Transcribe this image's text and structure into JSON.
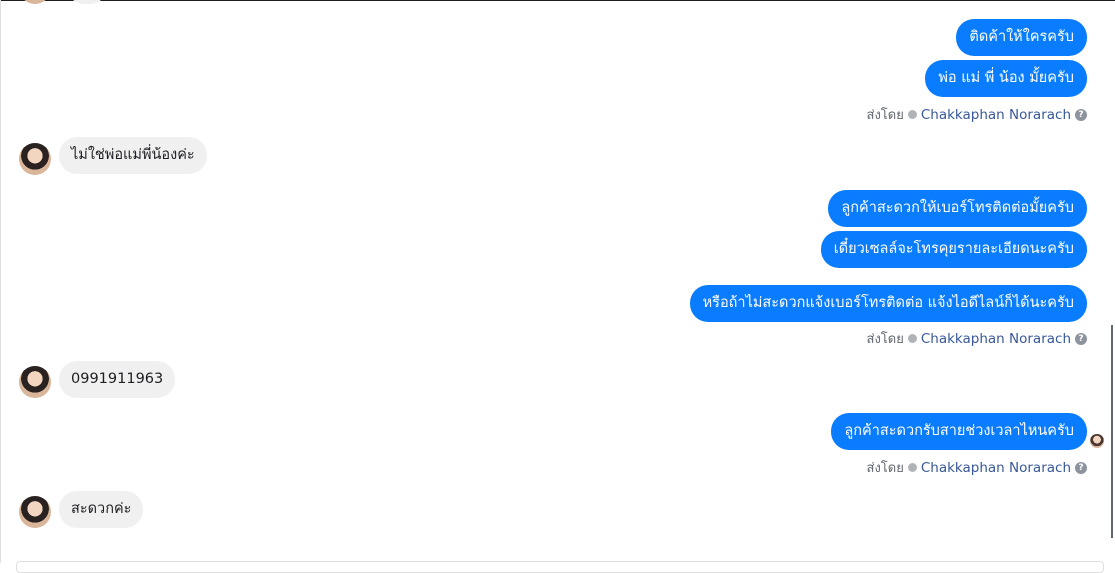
{
  "colors": {
    "outgoing_bubble": "#0a7cff",
    "incoming_bubble": "#f0f0f0",
    "sender_name": "#385898"
  },
  "messages": [
    {
      "dir": "out",
      "text": "ติดค้าให้ใครครับ"
    },
    {
      "dir": "out",
      "text": "พ่อ แม่ พี่ น้อง มั้ยครับ"
    },
    {
      "dir": "in",
      "text": "ไม่ใช่พ่อแม่พี่น้องค่ะ"
    },
    {
      "dir": "out",
      "text": "ลูกค้าสะดวกให้เบอร์โทรติดต่อมั้ยครับ"
    },
    {
      "dir": "out",
      "text": "เดี๋ยวเซลล์จะโทรคุยรายละเอียดนะครับ"
    },
    {
      "dir": "out",
      "text": "หรือถ้าไม่สะดวกแจ้งเบอร์โทรติดต่อ แจ้งไอดีไลน์ก็ได้นะครับ"
    },
    {
      "dir": "in",
      "text": "0991911963"
    },
    {
      "dir": "out",
      "text": "ลูกค้าสะดวกรับสายช่วงเวลาไหนครับ"
    },
    {
      "dir": "in",
      "text": "สะดวกค่ะ"
    }
  ],
  "sent_by": {
    "label": "ส่งโดย",
    "name": "Chakkaphan Norarach",
    "help": "?"
  }
}
